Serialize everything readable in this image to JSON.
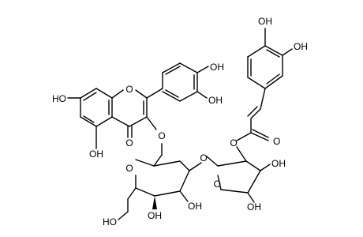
{
  "diagram": {
    "type": "chemical-structure",
    "atom_labels": {
      "ho_7": "HO",
      "oh_5": "OH",
      "o_ring_c": "O",
      "o_carbonyl": "O",
      "o_glyco_3": "O",
      "oh_4p": "OH",
      "oh_3p": "OH",
      "o_ring_glc": "O",
      "o_link_glc_xyl": "O",
      "oh_glc_3": "OH",
      "oh_glc_4": "OH",
      "ho_glc_6": "HO",
      "o_ester": "O",
      "o_ester_carbonyl": "O",
      "o_ring_xyl": "O",
      "oh_xyl_3": "OH",
      "oh_xyl_4": "OH",
      "oh_caf_3": "OH",
      "oh_caf_4": "OH"
    }
  }
}
